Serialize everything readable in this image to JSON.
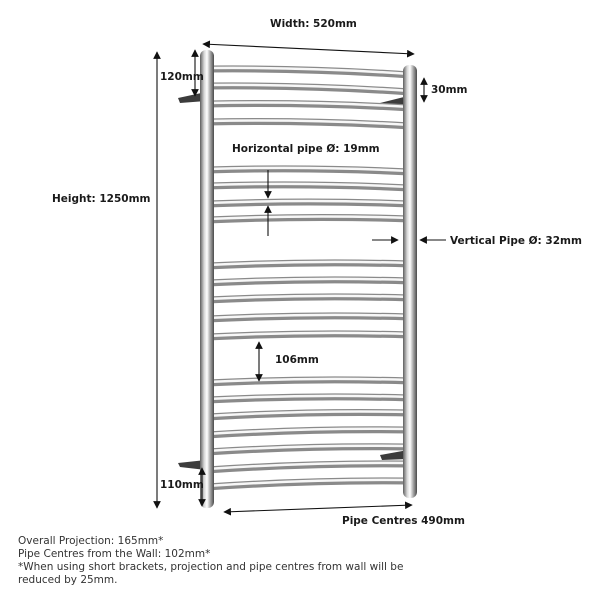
{
  "dimensions": {
    "width": "Width: 520mm",
    "height": "Height: 1250mm",
    "top_gap": "120mm",
    "top_offset": "30mm",
    "horizontal_pipe": "Horizontal pipe Ø:  19mm",
    "vertical_pipe": "Vertical Pipe Ø: 32mm",
    "rail_gap": "106mm",
    "bottom_gap": "110mm",
    "pipe_centres": "Pipe Centres 490mm"
  },
  "notes": {
    "line1": "Overall Projection: 165mm*",
    "line2": "Pipe Centres from the Wall: 102mm*",
    "line3": "*When using short brackets, projection and pipe centres from wall will be",
    "line4": "reduced by 25mm."
  },
  "colors": {
    "chrome_dark": "#6f6f6f",
    "chrome_light": "#f4f4f4",
    "arrow": "#111111"
  }
}
